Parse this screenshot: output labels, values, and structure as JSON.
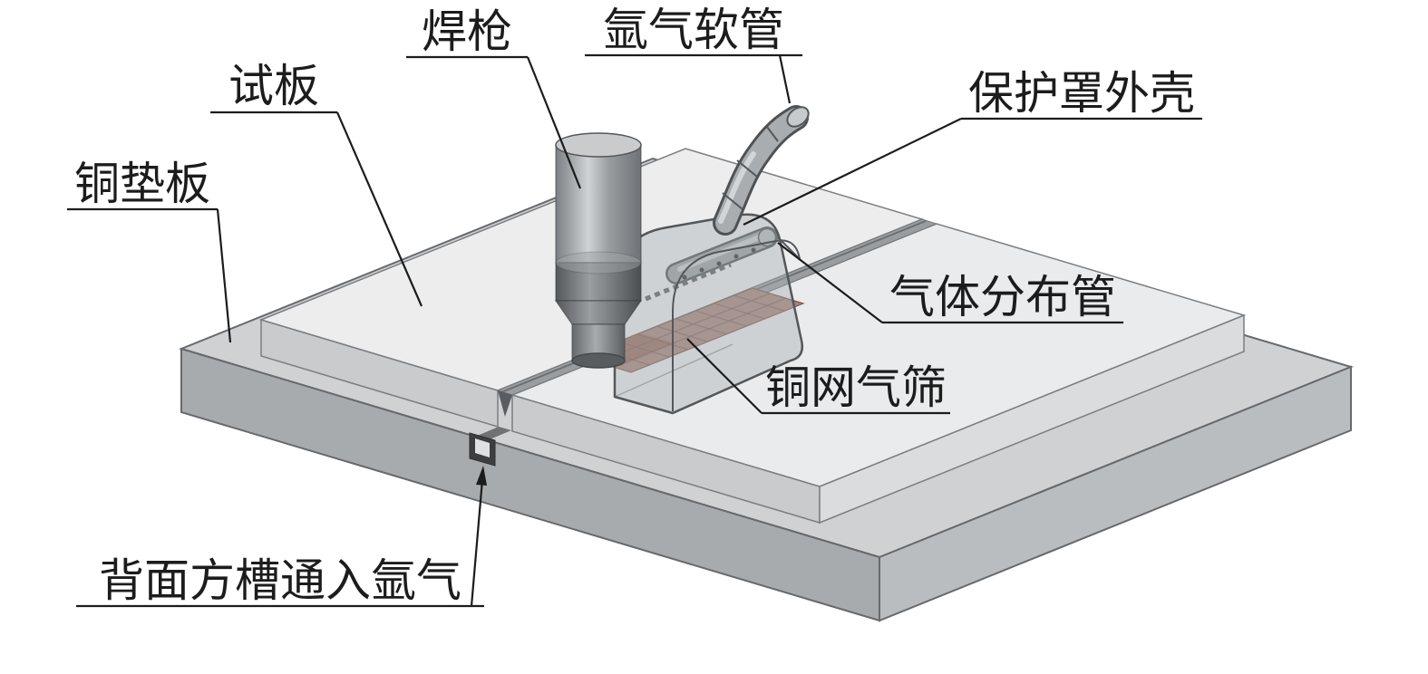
{
  "labels": {
    "test_plate": "试板",
    "welding_torch": "焊枪",
    "argon_hose": "氩气软管",
    "protective_cover_shell": "保护罩外壳",
    "copper_backing_plate": "铜垫板",
    "gas_distribution_tube": "气体分布管",
    "copper_mesh_gas_sieve": "铜网气筛",
    "back_groove_argon_inlet": "背面方槽通入氩气"
  },
  "colors": {
    "background": "#ffffff",
    "backing_top": "#cfd1d3",
    "backing_side_left": "#a8abae",
    "backing_side_right": "#babdc0",
    "plate_top": "#ededee",
    "mesh_brown": "#a5837b",
    "torch_gray": "#8e9194",
    "cover_translucent": "rgba(168,173,177,0.42)",
    "leader_line": "#1c1c1c"
  }
}
